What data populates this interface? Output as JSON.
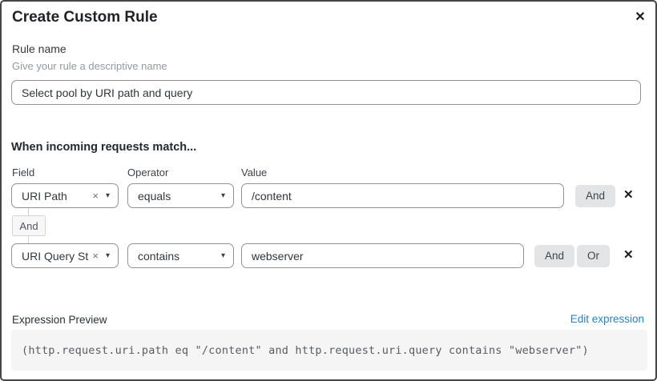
{
  "modal": {
    "title": "Create Custom Rule"
  },
  "icons": {
    "close": "✕",
    "clear": "×",
    "caret": "▾",
    "remove": "✕"
  },
  "rule_name": {
    "label": "Rule name",
    "helper": "Give your rule a descriptive name",
    "value": "Select pool by URI path and query"
  },
  "match_section": {
    "heading": "When incoming requests match...",
    "columns": {
      "field": "Field",
      "operator": "Operator",
      "value": "Value"
    },
    "connector_label": "And",
    "rows": [
      {
        "field": "URI Path",
        "operator": "equals",
        "value": "/content",
        "buttons": [
          "And"
        ]
      },
      {
        "field": "URI Query St...",
        "operator": "contains",
        "value": "webserver",
        "buttons": [
          "And",
          "Or"
        ]
      }
    ]
  },
  "expression": {
    "label": "Expression Preview",
    "edit_link": "Edit expression",
    "code": "(http.request.uri.path eq \"/content\" and http.request.uri.query contains \"webserver\")"
  },
  "colors": {
    "link_blue": "#2e7fc0",
    "button_gray": "#e3e4e5",
    "code_background": "#f5f5f6",
    "border_gray": "#8f9499"
  }
}
